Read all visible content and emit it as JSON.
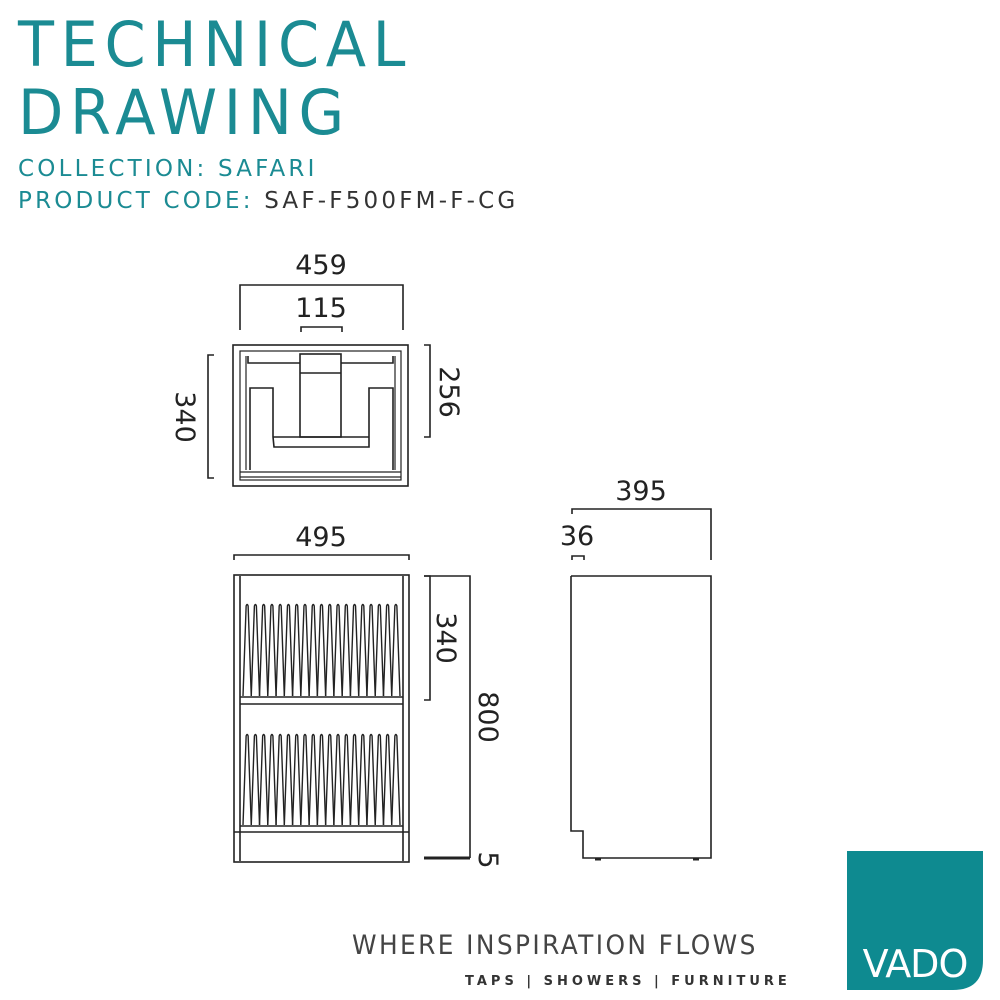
{
  "header": {
    "title_line1": "TECHNICAL",
    "title_line2": "DRAWING",
    "collection_label": "COLLECTION:",
    "collection_value": "SAFARI",
    "product_code_label": "PRODUCT CODE:",
    "product_code_value": "SAF-F500FM-F-CG"
  },
  "dimensions": {
    "top_width": "459",
    "top_inner": "115",
    "top_depth": "340",
    "top_inner_depth": "256",
    "front_width": "495",
    "front_drawer": "340",
    "front_height": "800",
    "front_foot": "5",
    "side_depth": "395",
    "side_top": "36"
  },
  "footer": {
    "tagline": "WHERE INSPIRATION FLOWS",
    "categories": "TAPS | SHOWERS | FURNITURE",
    "logo_text": "VADO"
  },
  "colors": {
    "brand": "#1b8b93",
    "logo": "#0e8a90"
  }
}
